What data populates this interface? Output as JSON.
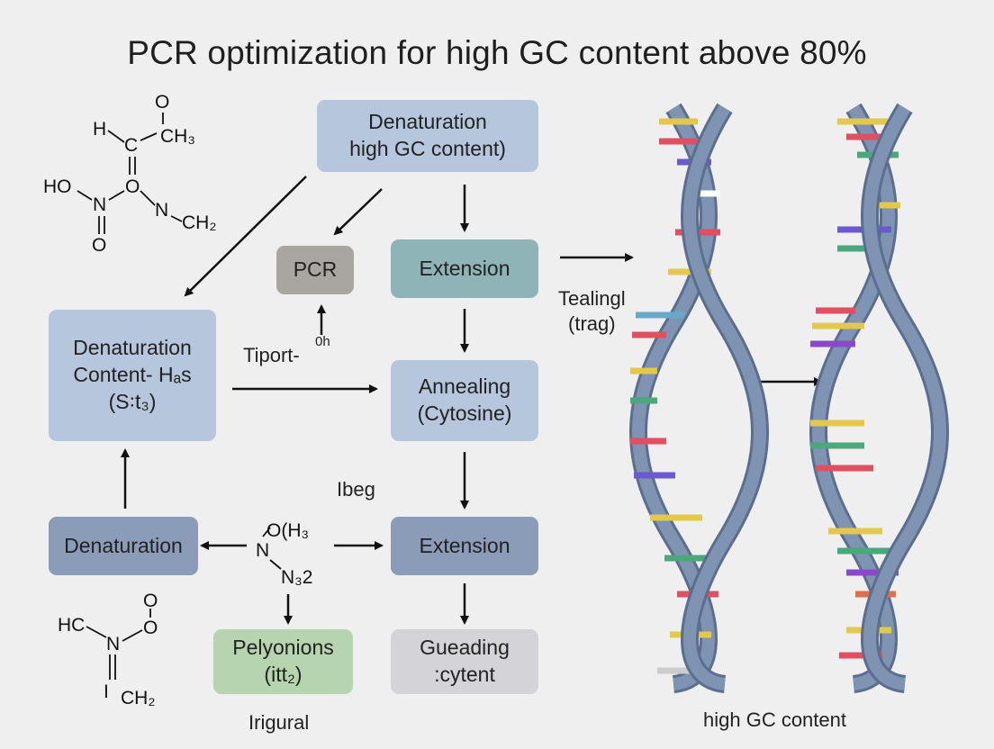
{
  "title": "PCR optimization for high GC content above 80%",
  "boxes": {
    "top": "Denaturation\nhigh GC content)",
    "pcr": "PCR",
    "extension_top": "Extension",
    "left": "Denaturation\nContent- Hₐs\n(S꞉t₃)",
    "annealing": "Annealing\n(Cytosine)",
    "denat_bottom": "Denaturation",
    "extension_bottom": "Extension",
    "pelyonions": "Pelyonions\n(itt₂)",
    "gueading": "Gueading\n:cytent"
  },
  "labels": {
    "tiport": "Tiport-",
    "tiport_sup": "0h",
    "ibeg": "Ibeg",
    "irigural": "Irigural",
    "tealingl": "Tealingl\n(trag)",
    "helix_caption": "high GC content"
  },
  "chem_top": [
    "O",
    "H",
    "C",
    "CH₃",
    "HO",
    "O",
    "N",
    "N",
    "CH₂",
    "O"
  ],
  "chem_mid": [
    "O(H₃",
    "N",
    "N₃2"
  ],
  "chem_bottom": [
    "O",
    "O",
    "HC",
    "N",
    "I",
    "CH₂"
  ],
  "colors": {
    "light_blue": "#b6c6dd",
    "teal": "#8fb4b8",
    "dark_blue": "#8b9cb8",
    "grey": "#a9a6a1",
    "green": "#b6d4ae",
    "light_grey": "#d4d4d8",
    "helix": "#7f93b3",
    "helix_edge": "#5b6e90"
  }
}
